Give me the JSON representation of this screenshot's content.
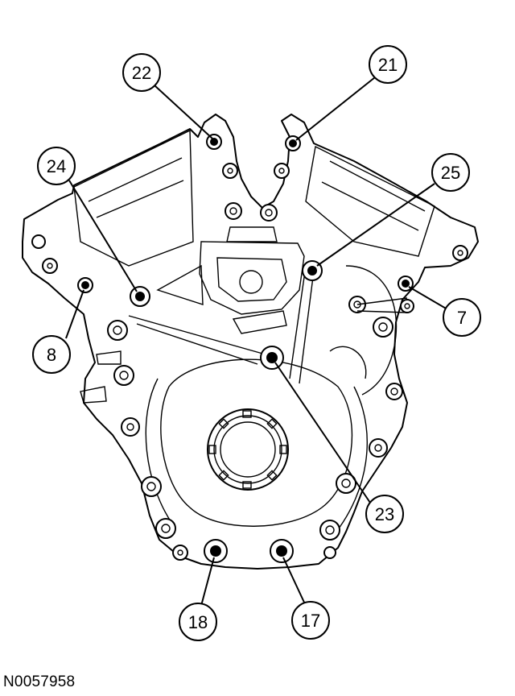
{
  "figure_id": "N0057958",
  "callouts": [
    {
      "label": "22"
    },
    {
      "label": "21"
    },
    {
      "label": "24"
    },
    {
      "label": "25"
    },
    {
      "label": "7"
    },
    {
      "label": "8"
    },
    {
      "label": "23"
    },
    {
      "label": "18"
    },
    {
      "label": "17"
    }
  ]
}
